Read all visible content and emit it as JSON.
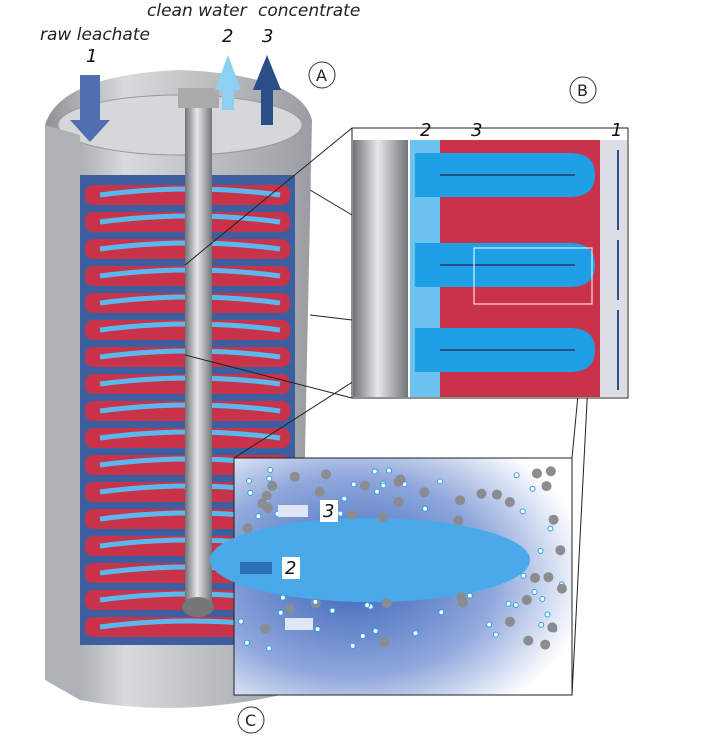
{
  "labels": {
    "raw_leachate": "raw leachate",
    "raw_leachate_num": "1",
    "clean_water": "clean water",
    "clean_water_num": "2",
    "concentrate": "concentrate",
    "concentrate_num": "3"
  },
  "panels": {
    "a": "A",
    "b": "B",
    "c": "C"
  },
  "detail_b": {
    "n2": "2",
    "n3": "3",
    "n1": "1"
  },
  "detail_c": {
    "n3": "3",
    "n2": "2"
  },
  "colors": {
    "red": "#c8334a",
    "blue_light": "#5ab8ec",
    "blue_dark": "#2a4f86",
    "grey": "#b9bcc0"
  }
}
